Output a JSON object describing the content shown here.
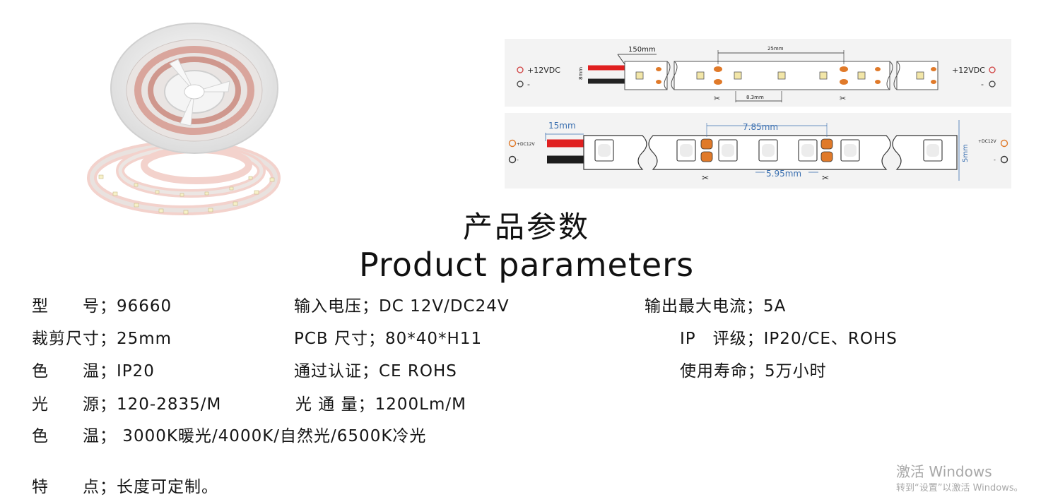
{
  "title": {
    "cn": "产品参数",
    "en": "Product parameters"
  },
  "diagram_top": {
    "len_wire": "150mm",
    "len_cut": "25mm",
    "len_pitch": "8.3mm",
    "width_label": "8mm",
    "left_plus": "+12VDC",
    "left_minus": "-",
    "right_plus": "+12VDC",
    "right_minus": "-"
  },
  "diagram_bottom": {
    "len_wire": "15mm",
    "len_cut": "7.85mm",
    "len_pitch": "5.95mm",
    "width_label": "5mm",
    "left_plus": "+DC12V",
    "left_minus": "-",
    "right_plus": "+DC12V",
    "right_minus": "-"
  },
  "params": {
    "model": "型　　号；96660",
    "input_voltage": "输入电压；DC  12V/DC24V",
    "max_current": "输出最大电流；5A",
    "cut_size": "裁剪尺寸；25mm",
    "pcb_size": "PCB 尺寸；80*40*H11",
    "ip_rating": "IP　评级；IP20/CE、ROHS",
    "color_temp_ip": "色　　温；IP20",
    "certification": "通过认证；CE  ROHS",
    "lifespan": "使用寿命；5万小时",
    "light_source": "光　　源；120-2835/M",
    "luminous_flux": "光 通 量；1200Lm/M",
    "color_temp": "色　　温； 3000K暖光/4000K/自然光/6500K冷光",
    "feature": "特　　点；长度可定制。"
  },
  "watermark": {
    "line1": "激活 Windows",
    "line2": "转到“设置”以激活 Windows。"
  },
  "colors": {
    "wire_red": "#e02020",
    "wire_black": "#222222",
    "copper": "#e07a2a",
    "strip_pink": "#f4c4bd"
  }
}
